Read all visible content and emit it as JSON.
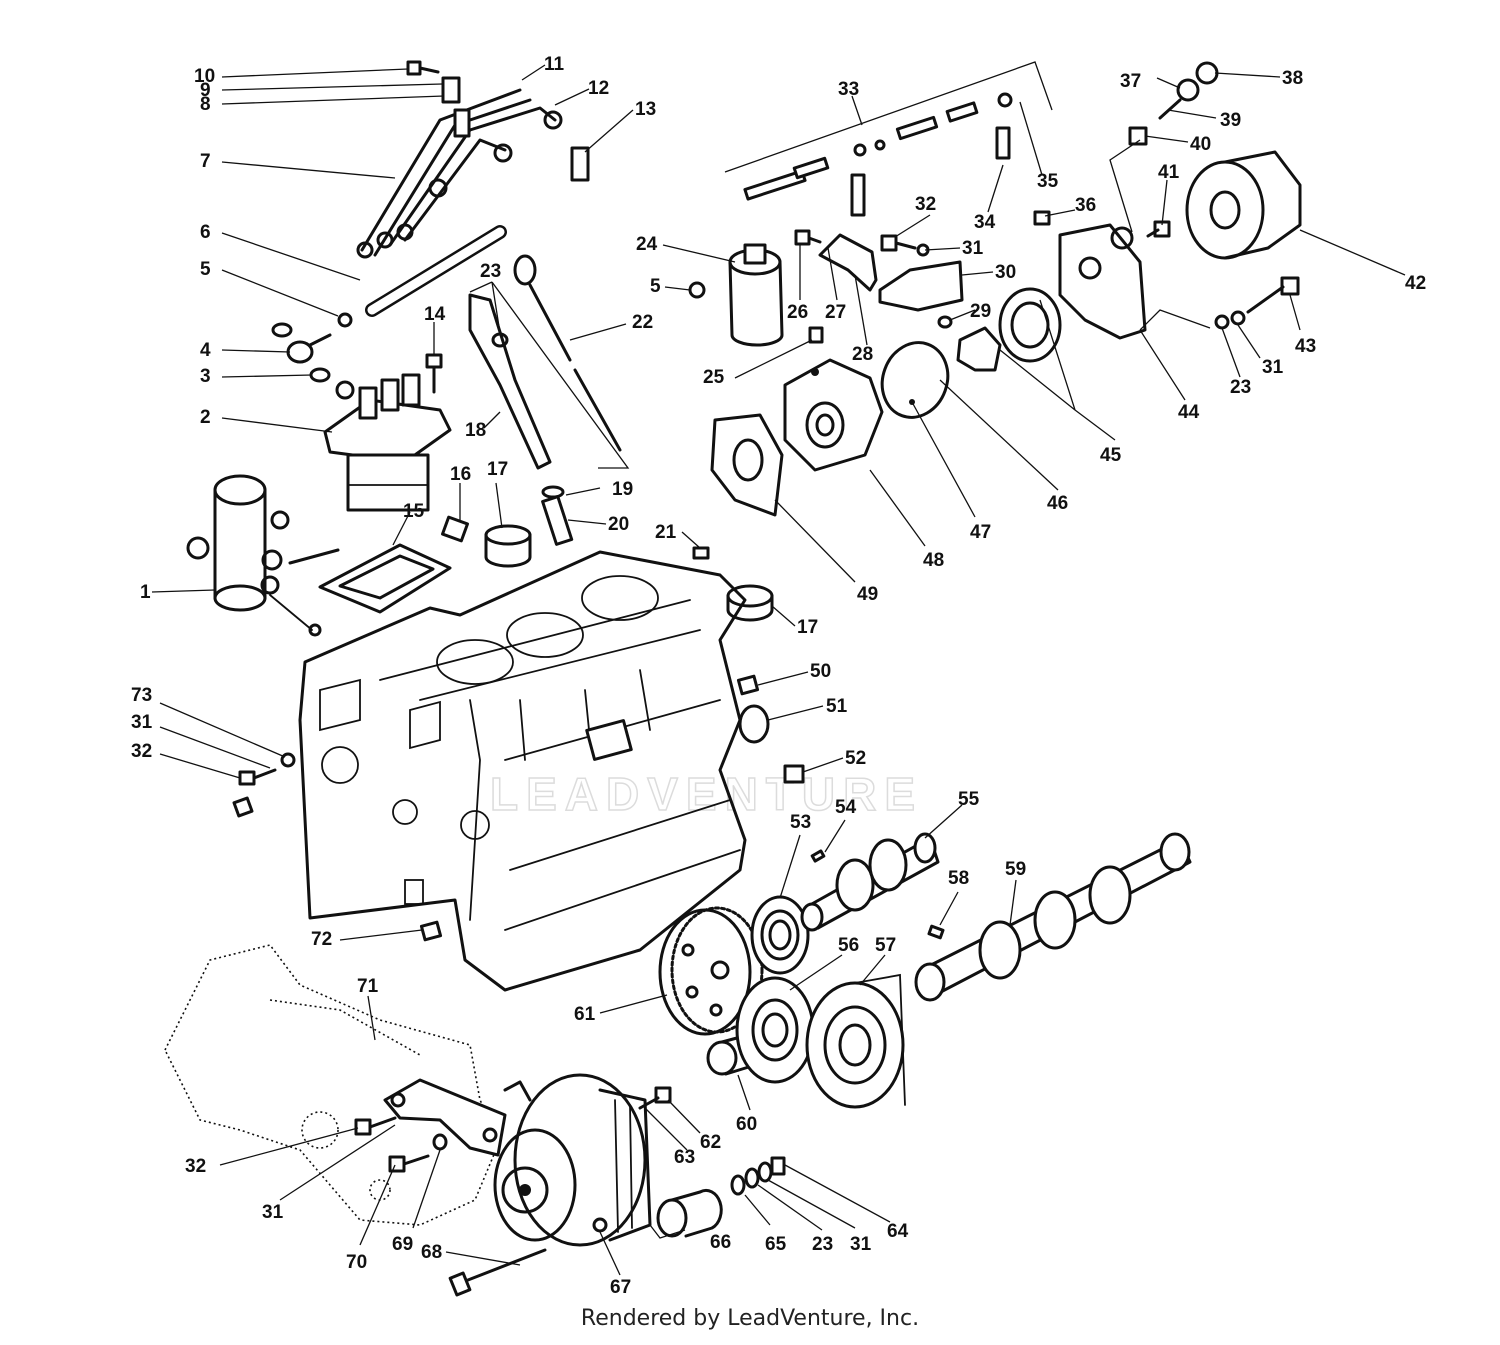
{
  "watermark": "LEADVENTURE",
  "footer": "Rendered by LeadVenture, Inc.",
  "callouts": {
    "c1": "1",
    "c2": "2",
    "c3": "3",
    "c4": "4",
    "c5a": "5",
    "c5b": "5",
    "c6": "6",
    "c7": "7",
    "c8": "8",
    "c9": "9",
    "c10": "10",
    "c11": "11",
    "c12": "12",
    "c13": "13",
    "c14": "14",
    "c15": "15",
    "c16": "16",
    "c17a": "17",
    "c17b": "17",
    "c18": "18",
    "c19": "19",
    "c20": "20",
    "c21": "21",
    "c22": "22",
    "c23a": "23",
    "c23b": "23",
    "c23c": "23",
    "c24": "24",
    "c25": "25",
    "c26": "26",
    "c27": "27",
    "c28": "28",
    "c29": "29",
    "c30": "30",
    "c31a": "31",
    "c31b": "31",
    "c31c": "31",
    "c31d": "31",
    "c31e": "31",
    "c32a": "32",
    "c32b": "32",
    "c32c": "32",
    "c33": "33",
    "c34": "34",
    "c35": "35",
    "c36": "36",
    "c37": "37",
    "c38": "38",
    "c39": "39",
    "c40": "40",
    "c41": "41",
    "c42": "42",
    "c43": "43",
    "c44": "44",
    "c45": "45",
    "c46": "46",
    "c47": "47",
    "c48": "48",
    "c49": "49",
    "c50": "50",
    "c51": "51",
    "c52": "52",
    "c53": "53",
    "c54": "54",
    "c55": "55",
    "c56": "56",
    "c57": "57",
    "c58": "58",
    "c59": "59",
    "c60": "60",
    "c61": "61",
    "c62": "62",
    "c63": "63",
    "c64": "64",
    "c65": "65",
    "c66": "66",
    "c67": "67",
    "c68": "68",
    "c69": "69",
    "c70": "70",
    "c71": "71",
    "c72": "72",
    "c73": "73"
  }
}
